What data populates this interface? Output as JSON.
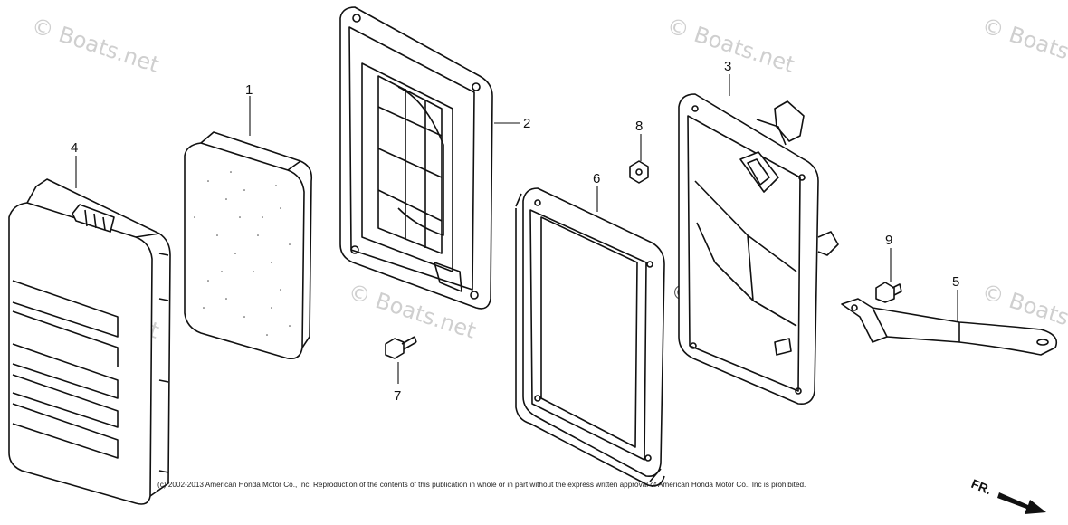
{
  "watermark": "© Boats.net",
  "callouts": {
    "p1": "1",
    "p2": "2",
    "p3": "3",
    "p4": "4",
    "p5": "5",
    "p6": "6",
    "p7": "7",
    "p8": "8",
    "p9": "9"
  },
  "copyright": "(c) 2002-2013 American Honda Motor Co., Inc. Reproduction of the contents of this publication in whole or in part without the express written approval of American Honda Motor Co., Inc is prohibited.",
  "direction_marker": "FR."
}
